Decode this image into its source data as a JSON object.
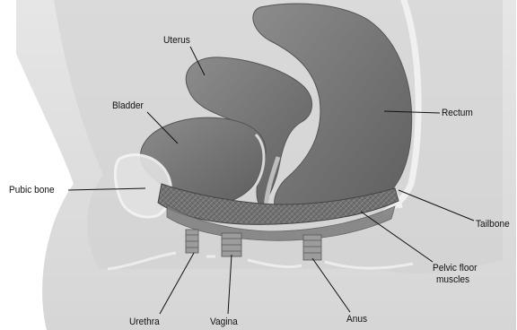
{
  "labels": {
    "uterus": "Uterus",
    "bladder": "Bladder",
    "rectum": "Rectum",
    "pubic_bone": "Pubic bone",
    "tailbone": "Tailbone",
    "pelvic_floor_line1": "Pelvic floor",
    "pelvic_floor_line2": "muscles",
    "urethra": "Urethra",
    "vagina": "Vagina",
    "anus": "Anus"
  },
  "colors": {
    "background": "#ffffff",
    "body_outline": "#dcdcdc",
    "organ": "#7a7a7a",
    "organ_dark": "#5a5a5a",
    "bone_outline": "#f2f2f2",
    "text": "#111111"
  }
}
